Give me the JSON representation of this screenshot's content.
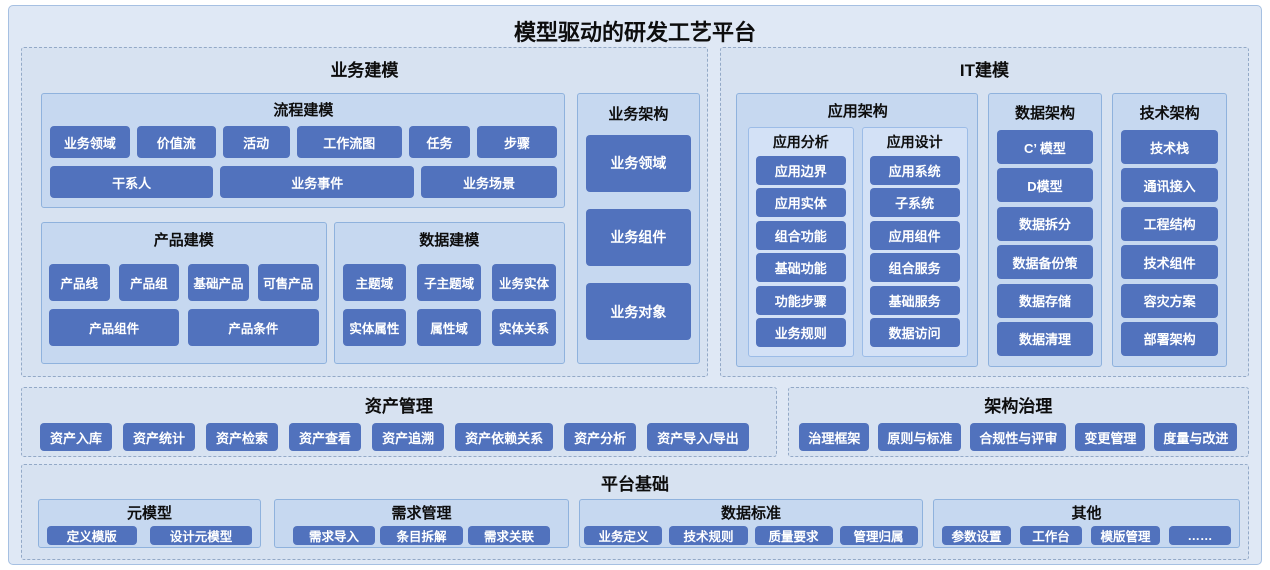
{
  "title": "模型驱动的研发工艺平台",
  "business_modeling": {
    "title": "业务建模",
    "process_modeling": {
      "title": "流程建模",
      "row1": [
        "业务领域",
        "价值流",
        "活动",
        "工作流图",
        "任务",
        "步骤"
      ],
      "row2": [
        "干系人",
        "业务事件",
        "业务场景"
      ]
    },
    "product_modeling": {
      "title": "产品建模",
      "row1": [
        "产品线",
        "产品组",
        "基础产品",
        "可售产品"
      ],
      "row2": [
        "产品组件",
        "产品条件"
      ]
    },
    "data_modeling": {
      "title": "数据建模",
      "row1": [
        "主题域",
        "子主题域",
        "业务实体"
      ],
      "row2": [
        "实体属性",
        "属性域",
        "实体关系"
      ]
    },
    "business_architecture": {
      "title": "业务架构",
      "items": [
        "业务领域",
        "业务组件",
        "业务对象"
      ]
    }
  },
  "it_modeling": {
    "title": "IT建模",
    "application_architecture": {
      "title": "应用架构",
      "analysis": {
        "title": "应用分析",
        "items": [
          "应用边界",
          "应用实体",
          "组合功能",
          "基础功能",
          "功能步骤",
          "业务规则"
        ]
      },
      "design": {
        "title": "应用设计",
        "items": [
          "应用系统",
          "子系统",
          "应用组件",
          "组合服务",
          "基础服务",
          "数据访问"
        ]
      }
    },
    "data_architecture": {
      "title": "数据架构",
      "items": [
        "C’ 模型",
        "D模型",
        "数据拆分",
        "数据备份策",
        "数据存储",
        "数据清理"
      ]
    },
    "tech_architecture": {
      "title": "技术架构",
      "items": [
        "技术栈",
        "通讯接入",
        "工程结构",
        "技术组件",
        "容灾方案",
        "部署架构"
      ]
    }
  },
  "asset_management": {
    "title": "资产管理",
    "items": [
      "资产入库",
      "资产统计",
      "资产检索",
      "资产查看",
      "资产追溯",
      "资产依赖关系",
      "资产分析",
      "资产导入/导出"
    ]
  },
  "architecture_governance": {
    "title": "架构治理",
    "items": [
      "治理框架",
      "原则与标准",
      "合规性与评审",
      "变更管理",
      "度量与改进"
    ]
  },
  "platform_foundation": {
    "title": "平台基础",
    "meta_model": {
      "title": "元模型",
      "items": [
        "定义模版",
        "设计元模型"
      ]
    },
    "requirement_management": {
      "title": "需求管理",
      "items": [
        "需求导入",
        "条目拆解",
        "需求关联"
      ]
    },
    "data_standard": {
      "title": "数据标准",
      "items": [
        "业务定义",
        "技术规则",
        "质量要求",
        "管理归属"
      ]
    },
    "others": {
      "title": "其他",
      "items": [
        "参数设置",
        "工作台",
        "模版管理",
        "……"
      ]
    }
  }
}
